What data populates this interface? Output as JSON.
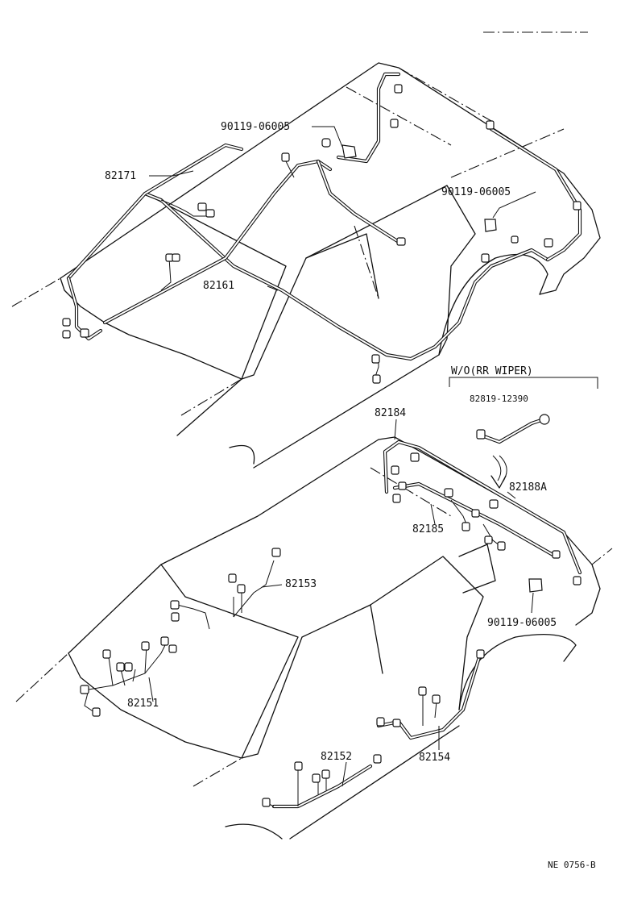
{
  "labels": {
    "clip_upper_left": "90119-06005",
    "harness_roof_front": "82171",
    "clip_upper_right": "90119-06005",
    "harness_floor_upper": "82161",
    "variant_note": "W/O(RR WIPER)",
    "wire_part": "82819-12390",
    "harness_back_door": "82184",
    "harness_rear_upper": "82188A",
    "harness_rear_lower": "82185",
    "harness_instrument": "82153",
    "clip_lower": "90119-06005",
    "harness_front_left": "82151",
    "harness_floor_left": "82152",
    "harness_floor_right": "82154",
    "figure_code": "NE 0756-B"
  }
}
